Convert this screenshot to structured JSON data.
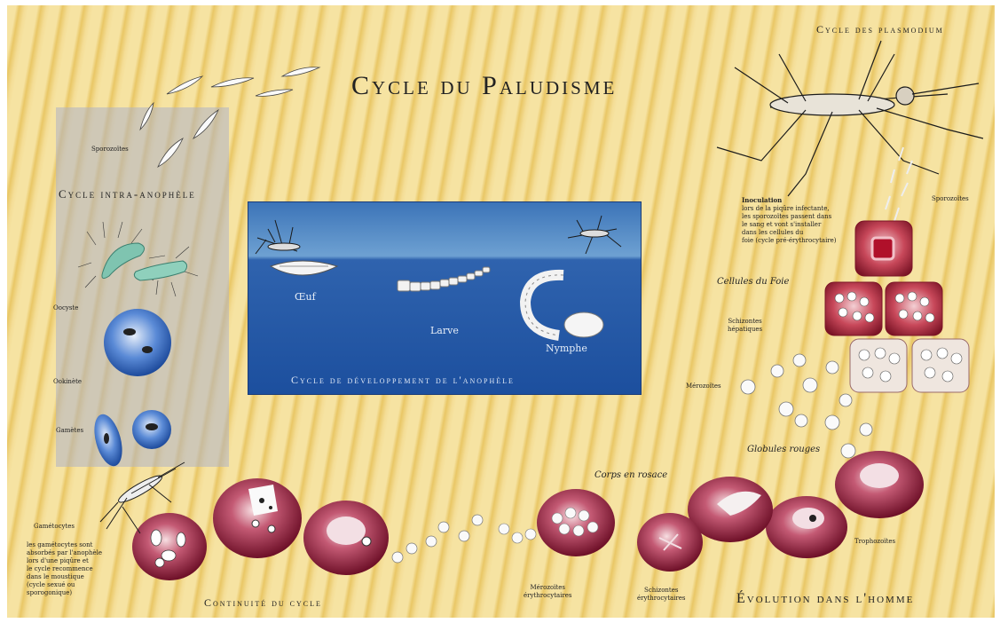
{
  "title": "Cycle du Paludisme",
  "plasmodium_title": "Cycle des plasmodium",
  "intra": {
    "title": "Cycle intra-anophèle",
    "sporozoites": "Sporozoïtes",
    "oocyste": "Oocyste",
    "ookinete": "Ookinète",
    "gametes": "Gamètes"
  },
  "pond": {
    "caption": "Cycle de développement de l'anophèle",
    "oeuf": "Œuf",
    "larve": "Larve",
    "nymphe": "Nymphe"
  },
  "human": {
    "inoculation_title": "Inoculation",
    "inoculation_lines": [
      "lors de la piqûre infectante,",
      "les sporozoïtes passent dans",
      "le sang et vont s'installer",
      "dans les cellules du",
      "foie (cycle pré-érythrocytaire)"
    ],
    "sporozoites": "Sporozoïtes",
    "cellules_foie": "Cellules du Foie",
    "schizontes_hepatiques": [
      "Schizontes",
      "hépatiques"
    ],
    "merozoites": "Mérozoïtes",
    "globules_rouges": "Globules rouges",
    "corps_en_rosace": "Corps en rosace",
    "trophozoites": "Trophozoïtes",
    "merozoites_ery": [
      "Mérozoïtes",
      "érythrocytaires"
    ],
    "schizontes_ery": [
      "Schizontes",
      "érythrocytaires"
    ],
    "gametocytes": "Gamétocytes",
    "gametocytes_lines": [
      "les gamétocytes sont",
      "absorbés par l'anophèle",
      "lors d'une piqûre et",
      "le cycle recommence",
      "dans le moustique",
      "(cycle sexué ou",
      "sporogonique)"
    ],
    "continuite": "Continuité du cycle",
    "evolution": "Évolution dans l'homme"
  },
  "colors": {
    "background": "#f2d98a",
    "panel": "#b0b2c6",
    "water": "#1c4f9e",
    "red_cell": "#8c1c3a",
    "blue_cell": "#3a6fc4",
    "liver_cell": "#c0283e"
  }
}
